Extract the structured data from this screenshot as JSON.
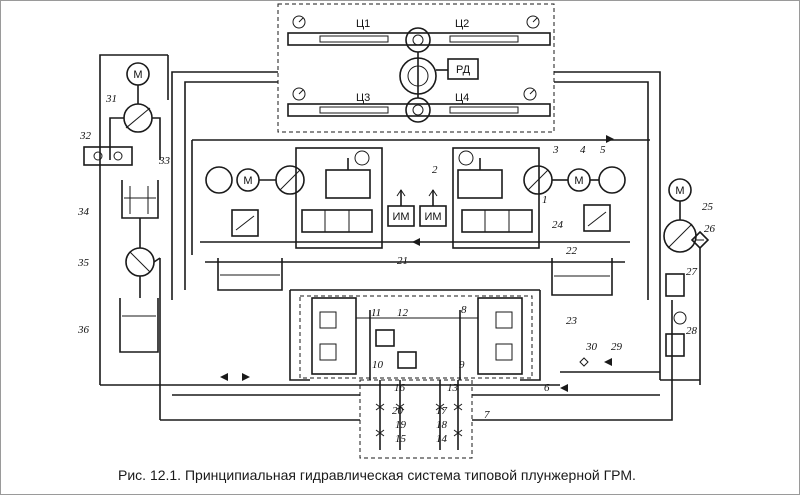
{
  "caption": "Рис. 12.1. Принципиальная гидравлическая система типовой плунжерной ГРМ.",
  "cylinders": [
    "Ц1",
    "Ц2",
    "Ц3",
    "Ц4"
  ],
  "boxes": {
    "rd": "РД",
    "motor": "М",
    "im": "ИМ"
  },
  "labels": {
    "n1": "1",
    "n2": "2",
    "n3": "3",
    "n4": "4",
    "n5": "5",
    "n6": "6",
    "n7": "7",
    "n8": "8",
    "n9": "9",
    "n10": "10",
    "n11": "11",
    "n12": "12",
    "n13": "13",
    "n14": "14",
    "n15": "15",
    "n16": "16",
    "n17": "17",
    "n18": "18",
    "n19": "19",
    "n20": "20",
    "n21": "21",
    "n22": "22",
    "n23": "23",
    "n24": "24",
    "n25": "25",
    "n26": "26",
    "n27": "27",
    "n28": "28",
    "n29": "29",
    "n30": "30",
    "n31": "31",
    "n32": "32",
    "n33": "33",
    "n34": "34",
    "n35": "35",
    "n36": "36"
  }
}
